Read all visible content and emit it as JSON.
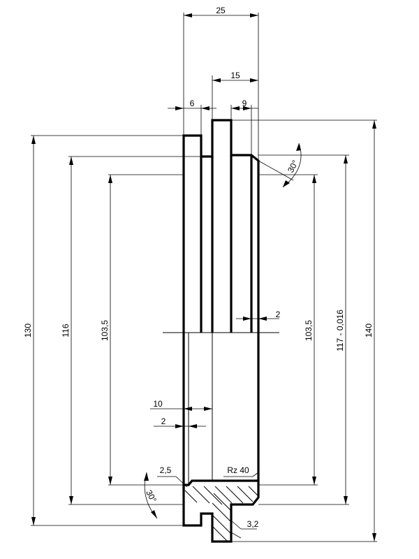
{
  "dimensions": {
    "top_width": "25",
    "top_15": "15",
    "top_6": "6",
    "top_9": "9",
    "right_2": "2",
    "left_10": "10",
    "left_2": "2",
    "left_130": "130",
    "left_116": "116",
    "left_103_5": "103,5",
    "right_103_5": "103,5",
    "right_117": "117 - 0,016",
    "right_140": "140",
    "chamfer_2_5": "2,5",
    "roughness": "Rz 40",
    "radius_3_2": "3,2",
    "angle_top": "30°",
    "angle_bottom": "30°"
  }
}
